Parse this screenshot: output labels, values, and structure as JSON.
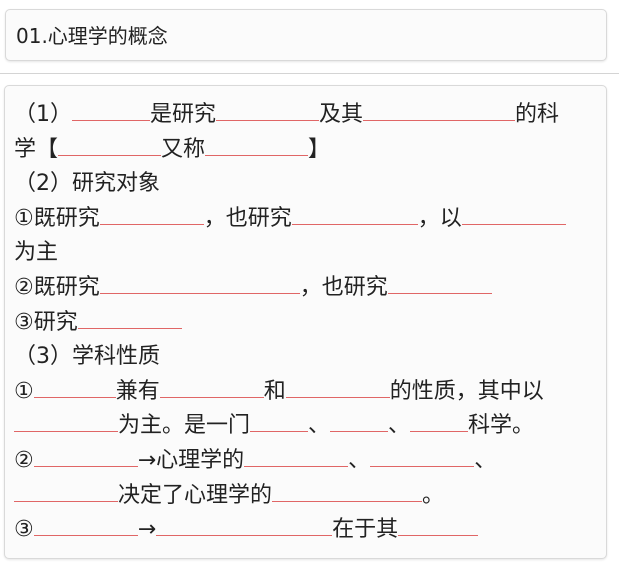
{
  "title": "01.心理学的概念",
  "content": {
    "l1": {
      "a": "（1）",
      "b": "是研究",
      "c": "及其",
      "d": "的科"
    },
    "l2": {
      "a": "学【",
      "b": "又称",
      "c": "】"
    },
    "l3": {
      "a": "（2）研究对象"
    },
    "l4": {
      "a": "①既研究",
      "b": "，也研究",
      "c": "，以"
    },
    "l5": {
      "a": "为主"
    },
    "l6": {
      "a": "②既研究",
      "b": "，也研究"
    },
    "l7": {
      "a": "③研究"
    },
    "l8": {
      "a": "（3）学科性质"
    },
    "l9": {
      "a": "①",
      "b": "兼有",
      "c": "和",
      "d": "的性质，其中以"
    },
    "l10": {
      "a": "为主。是一门",
      "b": "、",
      "c": "、",
      "d": "科学。"
    },
    "l11": {
      "a": "②",
      "b": "→心理学的",
      "c": "、",
      "d": "、"
    },
    "l12": {
      "a": "决定了心理学的",
      "b": "。"
    },
    "l13": {
      "a": "③",
      "b": "→",
      "c": "在于其"
    }
  },
  "colors": {
    "blank_underline": "#e06666",
    "text": "#222222",
    "card_border": "#d9d9d9"
  }
}
